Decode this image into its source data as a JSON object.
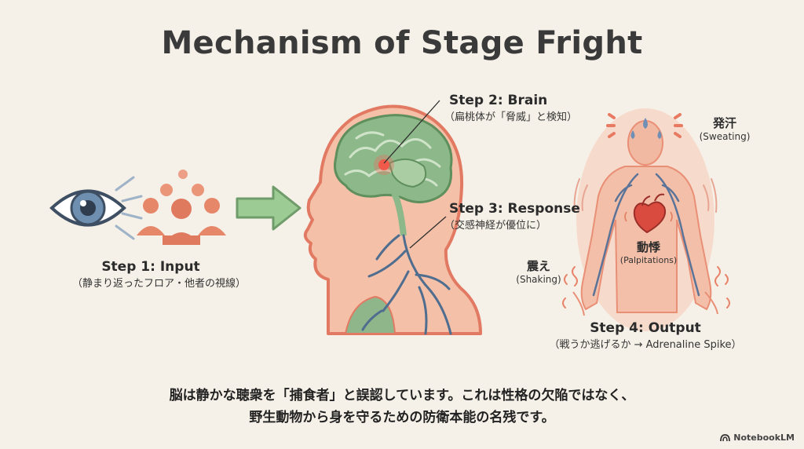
{
  "title": "Mechanism of Stage Fright",
  "steps": {
    "input": {
      "label": "Step 1: Input",
      "sub": "（静まり返ったフロア・他者の視線）"
    },
    "brain": {
      "label": "Step 2: Brain",
      "sub": "（扁桃体が「脅威」と検知）"
    },
    "response": {
      "label": "Step 3: Response",
      "sub": "（交感神経が優位に）"
    },
    "output": {
      "label": "Step 4: Output",
      "sub": "（戦うか逃げるか → Adrenaline Spike）"
    }
  },
  "symptoms": {
    "sweating": {
      "jp": "発汗",
      "en": "(Sweating)"
    },
    "palpitations": {
      "jp": "動悸",
      "en": "(Palpitations)"
    },
    "shaking": {
      "jp": "震え",
      "en": "(Shaking)"
    }
  },
  "caption": [
    "脳は静かな聴衆を「捕食者」と誤認しています。これは性格の欠陥ではなく、",
    "野生動物から身を守るための防衛本能の名残です。"
  ],
  "brand": "NotebookLM",
  "icons": [
    "eye-icon",
    "audience-icon",
    "arrow-icon",
    "head-brain-icon",
    "body-icon",
    "heart-icon",
    "notebooklm-logo-icon"
  ],
  "colors": {
    "background": "#f6f1e8",
    "skin": "#f4c0a8",
    "brain": "#8cb88a",
    "nerve": "#4f6d8f",
    "audience": "#e07a5f",
    "arrow": "#8fbf8a"
  }
}
